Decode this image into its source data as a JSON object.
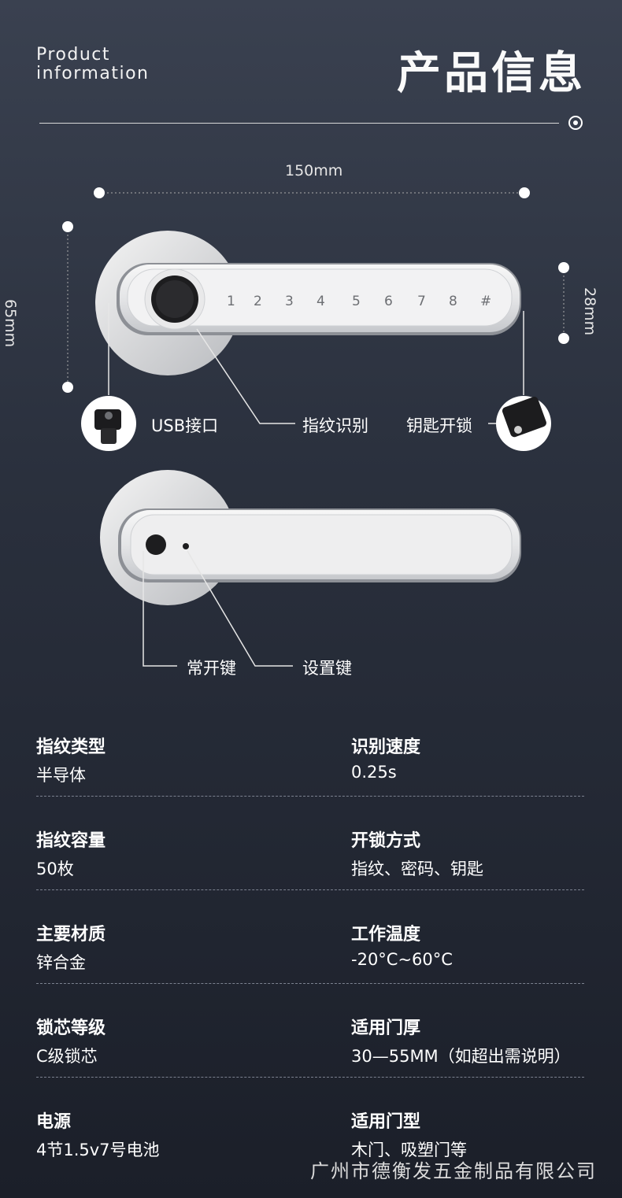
{
  "header": {
    "en_title_line1": "Product",
    "en_title_line2": "information",
    "zh_title": "产品信息"
  },
  "dimensions": {
    "width": "150mm",
    "height": "65mm",
    "depth": "28mm"
  },
  "callouts": {
    "usb": "USB接口",
    "fingerprint": "指纹识别",
    "key_unlock": "钥匙开锁",
    "normally_open": "常开键",
    "setting": "设置键"
  },
  "keypad": [
    "1",
    "2",
    "3",
    "4",
    "5",
    "6",
    "7",
    "8",
    "#"
  ],
  "specs": [
    {
      "left_label": "指纹类型",
      "left_value": "半导体",
      "right_label": "识别速度",
      "right_value": "0.25s"
    },
    {
      "left_label": "指纹容量",
      "left_value": "50枚",
      "right_label": "开锁方式",
      "right_value": "指纹、密码、钥匙"
    },
    {
      "left_label": "主要材质",
      "left_value": "锌合金",
      "right_label": "工作温度",
      "right_value": "-20°C~60°C"
    },
    {
      "left_label": "锁芯等级",
      "left_value": "C级锁芯",
      "right_label": "适用门厚",
      "right_value": "30—55MM（如超出需说明）"
    },
    {
      "left_label": "电源",
      "left_value": "4节1.5v7号电池",
      "right_label": "适用门型",
      "right_value": "木门、吸塑门等"
    }
  ],
  "footer": "广州市德衡发五金制品有限公司"
}
